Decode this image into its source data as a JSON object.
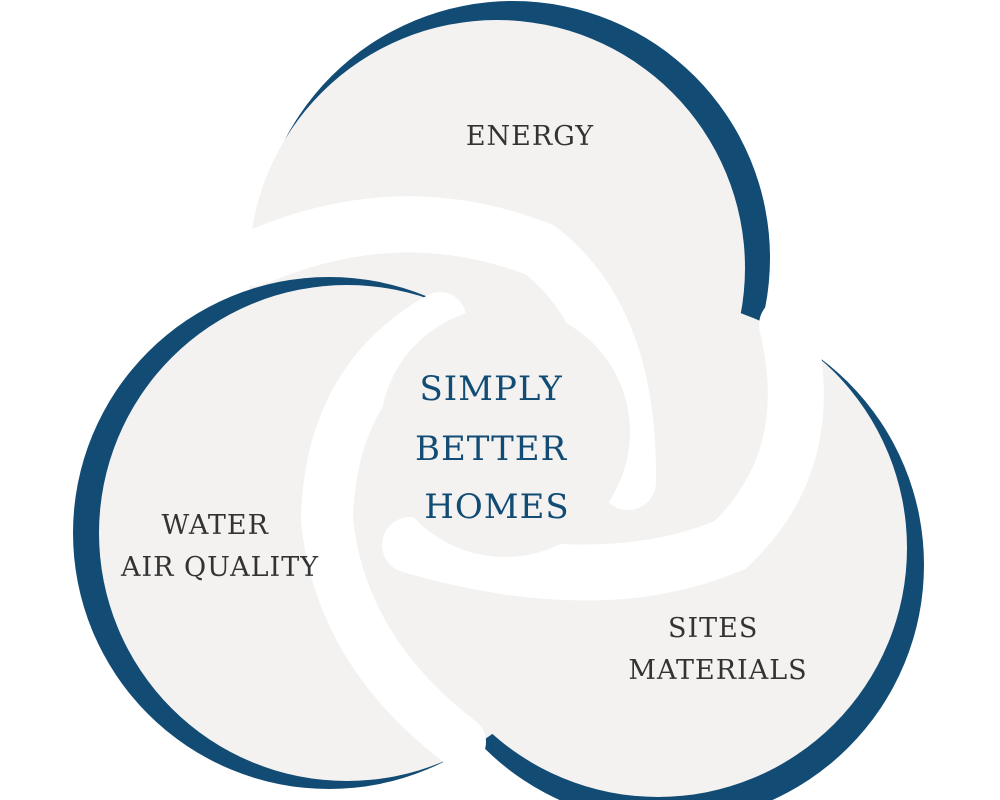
{
  "diagram": {
    "center_lines": [
      "SIMPLY",
      "BETTER",
      "HOMES"
    ],
    "circles": [
      {
        "lines": [
          "ENERGY"
        ]
      },
      {
        "lines": [
          "WATER",
          "AIR QUALITY"
        ]
      },
      {
        "lines": [
          "SITES",
          "MATERIALS"
        ]
      }
    ]
  },
  "colors": {
    "ring": "#124b74",
    "fill": "#f3f2f1",
    "background": "#ffffff",
    "label": "#333333",
    "center_label": "#124b74"
  }
}
